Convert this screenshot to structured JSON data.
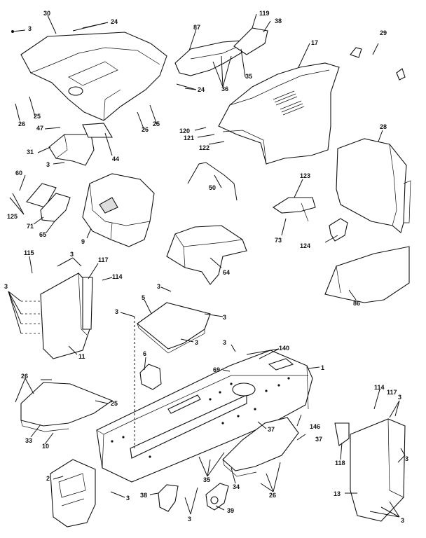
{
  "colors": {
    "ink": "#111111",
    "paper": "#ffffff"
  },
  "labels": {
    "l30": "30",
    "l3a": "3",
    "l24a": "24",
    "l87": "87",
    "l119": "119",
    "l38a": "38",
    "l29": "29",
    "l17": "17",
    "l35a": "35",
    "l36": "36",
    "l24b": "24",
    "l26a": "26",
    "l25a": "25",
    "l47": "47",
    "l26b": "26",
    "l25b": "25",
    "l31": "31",
    "l44": "44",
    "l120": "120",
    "l121": "121",
    "l122": "122",
    "l28": "28",
    "l3b": "3",
    "l60": "60",
    "l50": "50",
    "l123": "123",
    "l125": "125",
    "l71": "71",
    "l65": "65",
    "l9": "9",
    "l73": "73",
    "l124": "124",
    "l64": "64",
    "l115": "115",
    "l3c": "3",
    "l117a": "117",
    "l114a": "114",
    "l3d": "3",
    "l5": "5",
    "l3e": "3",
    "l86": "86",
    "l3f": "3",
    "l3g": "3",
    "l11": "11",
    "l3h": "3",
    "l6": "6",
    "l3i": "3",
    "l140": "140",
    "l1": "1",
    "l69": "69",
    "l26c": "26",
    "l25c": "25",
    "l114b": "114",
    "l117b": "117",
    "l3j": "3",
    "l37a": "37",
    "l146": "146",
    "l37b": "37",
    "l33": "33",
    "l10": "10",
    "l118": "118",
    "l3k": "3",
    "l35b": "35",
    "l34": "34",
    "l26d": "26",
    "l2": "2",
    "l3l": "3",
    "l38b": "38",
    "l3m": "3",
    "l39": "39",
    "l13": "13",
    "l3n": "3"
  }
}
